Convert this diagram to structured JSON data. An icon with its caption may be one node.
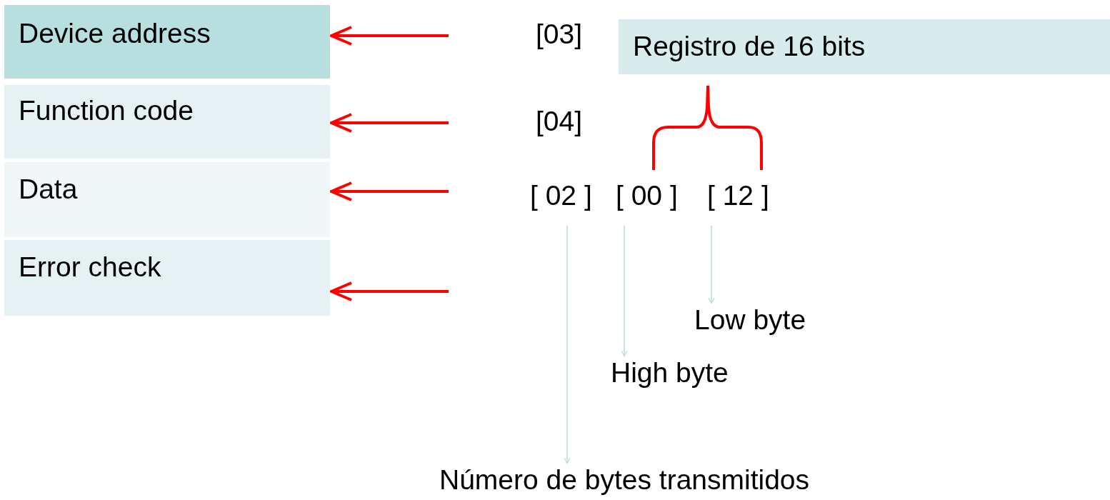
{
  "diagram": {
    "nodes": [
      {
        "text": [
          "Device address"
        ]
      },
      {
        "text": [
          "Function code"
        ]
      },
      {
        "text": [
          "Data"
        ]
      },
      {
        "text": [
          "Error check"
        ]
      },
      {
        "text": [
          "Registro de 16 bits"
        ]
      },
      {
        "text": [
          "[ 02 ]"
        ]
      },
      {
        "text": [
          "[ 00 ]"
        ]
      },
      {
        "text": [
          "[ 12 ]"
        ]
      },
      {
        "text": [
          "Low byte"
        ]
      },
      {
        "text": [
          "High byte"
        ]
      },
      {
        "text": [
          "Número de bytes transmitidos"
        ]
      }
    ],
    "edges": [
      {
        "from": null,
        "to": 0,
        "arrow": "to",
        "color": "#ff0000"
      },
      {
        "from": null,
        "to": 1,
        "arrow": "to",
        "color": "#ff0000"
      },
      {
        "from": null,
        "to": 2,
        "arrow": "to",
        "color": "#ff0000"
      },
      {
        "from": null,
        "to": 3,
        "arrow": "to",
        "color": "#ff0000"
      },
      {
        "from": 5,
        "to": 10,
        "arrow": "to",
        "color": "#b7dde0"
      },
      {
        "from": 6,
        "to": 9,
        "arrow": "to",
        "color": "#b7dde0"
      },
      {
        "from": 7,
        "to": 8,
        "arrow": "to",
        "color": "#b7dde0"
      }
    ],
    "labels": [
      "[03]",
      "[04]"
    ]
  }
}
